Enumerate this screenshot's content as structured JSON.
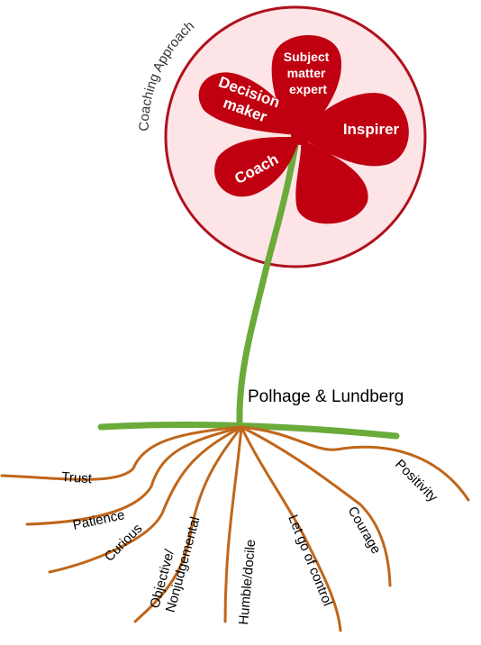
{
  "diagram": {
    "circle_label": "Coaching Approach",
    "credit": "Polhage & Lundberg",
    "petals": [
      {
        "id": "subject",
        "lines": [
          "Subject",
          "matter",
          "expert"
        ]
      },
      {
        "id": "decision",
        "lines": [
          "Decision",
          "maker"
        ]
      },
      {
        "id": "inspirer",
        "lines": [
          "Inspirer"
        ]
      },
      {
        "id": "coach",
        "lines": [
          "Coach"
        ]
      }
    ],
    "roots": [
      {
        "label": "Trust"
      },
      {
        "label": "Patience"
      },
      {
        "label": "Curious"
      },
      {
        "label_lines": [
          "Objective/",
          "Nonjudgemental"
        ]
      },
      {
        "label": "Humble/docile"
      },
      {
        "label": "Let go of control"
      },
      {
        "label": "Courage"
      },
      {
        "label": "Positivity"
      }
    ],
    "colors": {
      "petal": "#c00010",
      "circle_fill": "#fde4e6",
      "circle_stroke": "#b0101c",
      "stem": "#6aab3a",
      "root": "#c0661a"
    }
  }
}
